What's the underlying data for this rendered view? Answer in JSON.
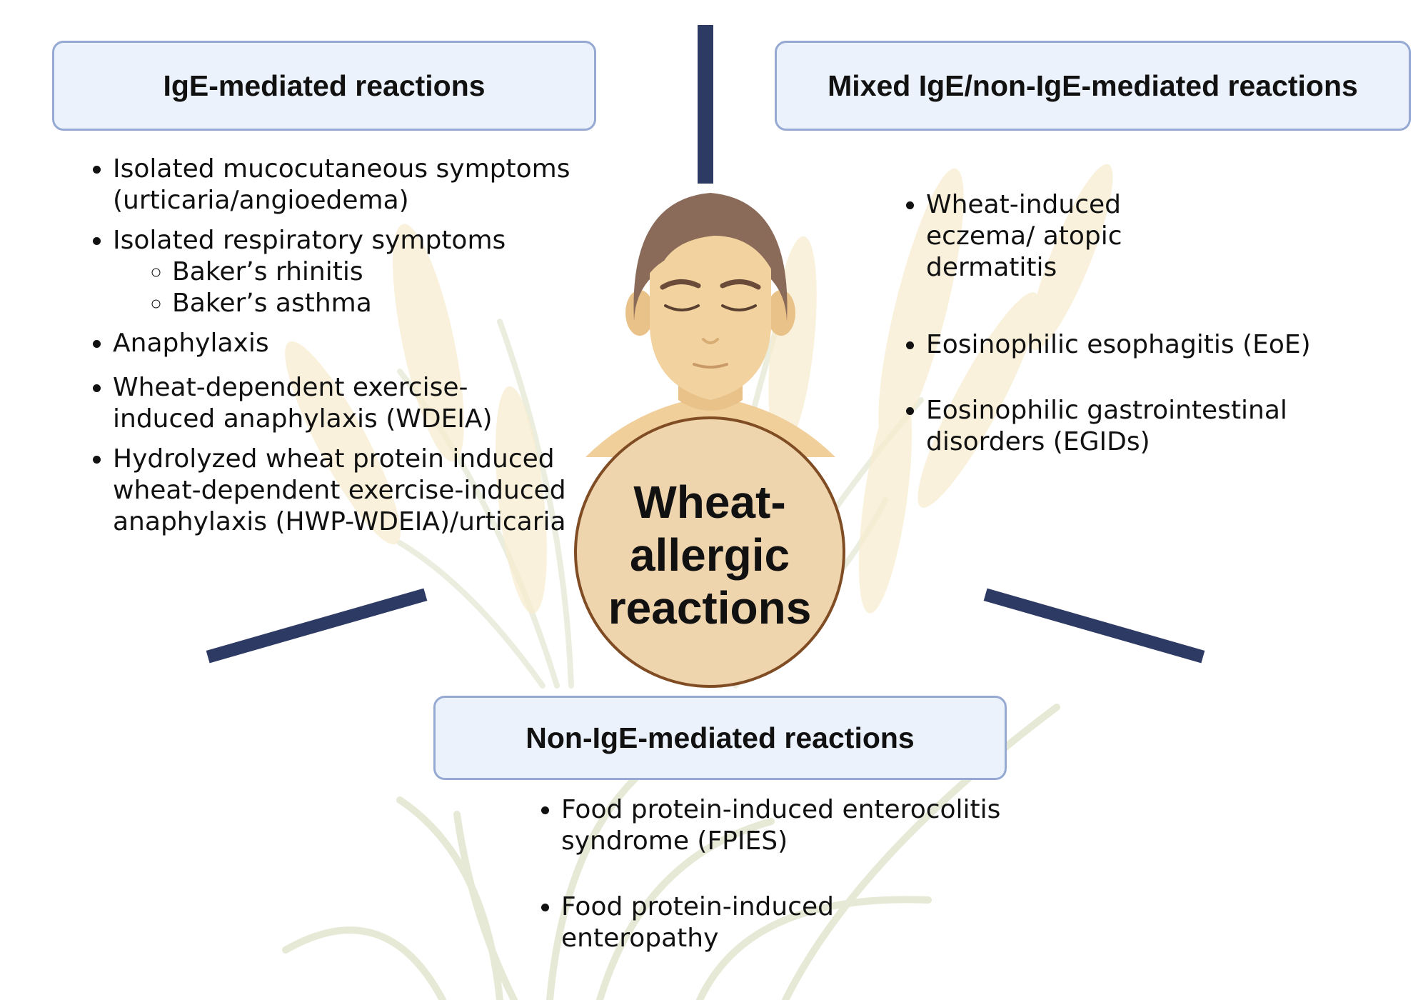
{
  "center": {
    "title": "Wheat-allergic reactions"
  },
  "ige": {
    "title": "IgE-mediated reactions",
    "items": [
      {
        "text": "Isolated mucocutaneous symptoms (urticaria/angioedema)"
      },
      {
        "text": "Isolated respiratory symptoms",
        "subitems": [
          "Baker’s rhinitis",
          "Baker’s asthma"
        ]
      },
      {
        "text": "Anaphylaxis"
      },
      {
        "text": "Wheat-dependent exercise-induced anaphylaxis (WDEIA)"
      },
      {
        "text": "Hydrolyzed wheat protein  induced wheat-dependent exercise-induced anaphylaxis (HWP-WDEIA)/urticaria"
      }
    ]
  },
  "mixed": {
    "title": "Mixed IgE/non-IgE-mediated reactions",
    "items": [
      {
        "text": "Wheat-induced eczema/ atopic dermatitis"
      },
      {
        "text": " Eosinophilic esophagitis (EoE)"
      },
      {
        "text": "Eosinophilic gastrointestinal disorders (EGIDs)"
      }
    ]
  },
  "non_ige": {
    "title": "Non-IgE-mediated reactions",
    "items": [
      {
        "text": "Food protein-induced enterocolitis syndrome (FPIES)"
      },
      {
        "text": "Food protein-induced enteropathy"
      }
    ]
  },
  "colors": {
    "box_fill": "#ebf2fb",
    "box_border": "#95a9d3",
    "connector": "#2d3a63",
    "circle_fill": "#efd5ae",
    "circle_border": "#7f4c23",
    "skin": "#f0cf9a",
    "hair": "#8a6a58",
    "wheat": "#f6e7bd"
  },
  "icons": {
    "person": "person-with-closed-eyes-icon",
    "background": "wheat-stalks-illustration"
  }
}
